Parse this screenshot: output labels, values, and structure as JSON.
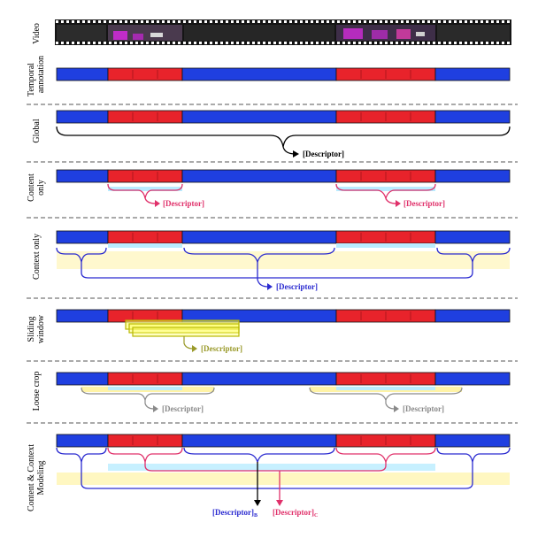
{
  "rows": [
    {
      "id": "video",
      "label": [
        "Video"
      ]
    },
    {
      "id": "temporal",
      "label": [
        "Temporal",
        "annotation"
      ]
    },
    {
      "id": "global",
      "label": [
        "Global"
      ]
    },
    {
      "id": "content",
      "label": [
        "Content",
        "only"
      ]
    },
    {
      "id": "context",
      "label": [
        "Context only"
      ]
    },
    {
      "id": "sliding",
      "label": [
        "Sliding",
        "window"
      ]
    },
    {
      "id": "loose",
      "label": [
        "Loose crop"
      ]
    },
    {
      "id": "cc",
      "label": [
        "Content & Context",
        "Modeling"
      ]
    }
  ],
  "descriptors": {
    "global": "[Descriptor]",
    "content": "[Descriptor]",
    "context": "[Descriptor]",
    "sliding": "[Descriptor]",
    "loose": "[Descriptor]",
    "cc_b": "[Descriptor]",
    "cc_b_sub": "B",
    "cc_c": "[Descriptor]",
    "cc_c_sub": "C"
  },
  "colors": {
    "background_segment": "#1f3fe0",
    "action_segment": "#e8232b",
    "descriptor_black": "#000000",
    "descriptor_pink": "#e0306a",
    "descriptor_blue": "#2a2ad0",
    "descriptor_olive": "#9a9a2a",
    "descriptor_grey": "#8a8a8a",
    "context_band": "#fff3a6",
    "content_band": "#b9ecff",
    "sliding_band": "#ffff66"
  }
}
